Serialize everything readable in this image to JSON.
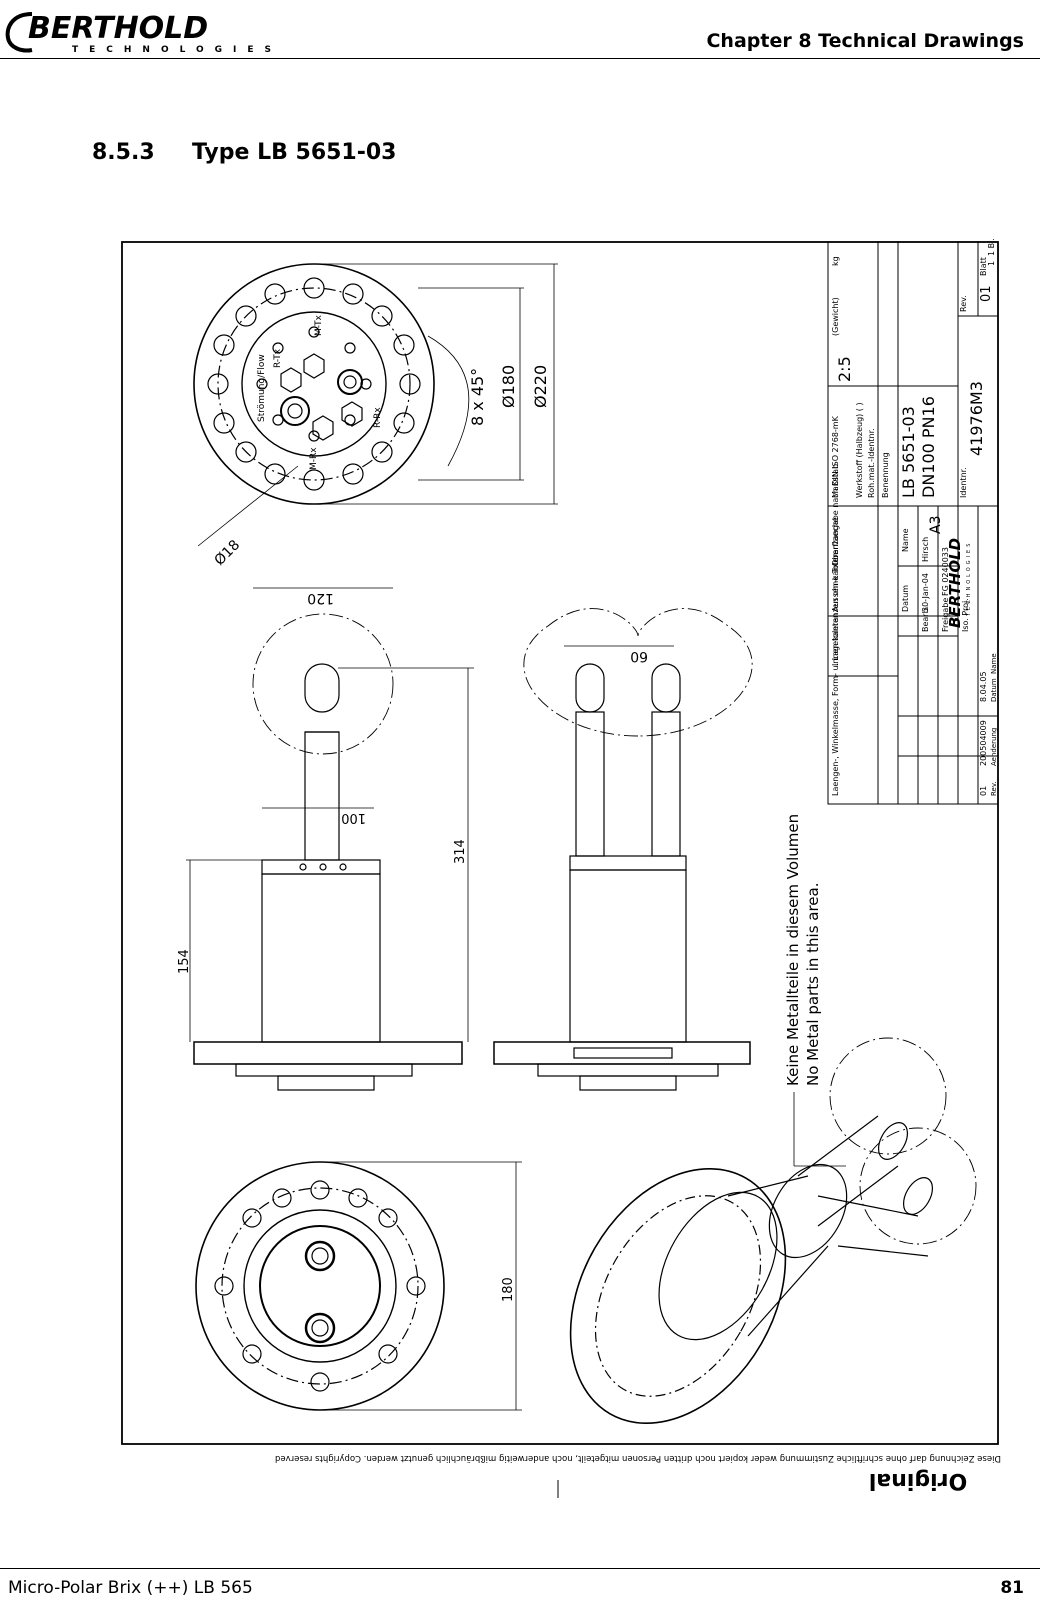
{
  "header": {
    "logo_text": "BERTHOLD",
    "logo_sub": "TECHNOLOGIES",
    "chapter": "Chapter 8 Technical Drawings"
  },
  "section": {
    "number": "8.5.3",
    "title": "Type LB 5651-03"
  },
  "drawing": {
    "dims": {
      "d220": "Ø220",
      "d180": "Ø180",
      "holes": "8 x 45°",
      "d18": "Ø18",
      "w120": "120",
      "w60": "60",
      "w100": "100",
      "h314": "314",
      "h154": "154",
      "w180": "180"
    },
    "labels": {
      "m_tx": "M-Tx",
      "r_tx": "R-Tx",
      "r_rx": "R-Rx",
      "m_rx": "M-Rx",
      "flow": "Strömung/Flow"
    },
    "note_de": "Keine Metallteile in diesem Volumen",
    "note_en": "No Metal parts in this area.",
    "title_block": {
      "tolerance_text": "Laengen-, Winkelmasse, Form- u. Lagetoleranzen ohne Toleranzangabe nach DIN ISO 2768-mK",
      "inner_edges": "Innen-kanten",
      "outer_edges": "Aussen-kanten",
      "surface": "Oberflaeche",
      "scale_label": "Maßstab",
      "scale": "2:5",
      "weight": "(Gewicht)",
      "weight_unit": "kg",
      "material": "Werkstoff (Halbzeug)   ( )",
      "raw_material": "Roh.mat.-Identnr.",
      "designation_label": "Benennung",
      "designation": "LB 5651-03",
      "designation2": "DN100 PN16",
      "datum": "Datum",
      "name": "Name",
      "bearb": "Bearb.",
      "bearb_date": "30-Jan-04",
      "bearb_name": "Hirsch",
      "freigabe": "Freigabe",
      "freigabe_val": "FG 0240033",
      "format": "A3",
      "iso": "Iso. Proj.",
      "ident_label": "Identnr.",
      "ident": "41976M3",
      "rev_label": "Rev.",
      "rev": "01",
      "blatt_label": "Blatt",
      "blatt": "1",
      "bl": "1 Bl.",
      "rev_row_num": "01",
      "rev_row_change": "200504009",
      "rev_row_date": "8.04.05",
      "rev_col_rev": "Rev.",
      "rev_col_change": "Aenderung",
      "rev_col_date": "Datum",
      "rev_col_name": "Name",
      "logo": "BERTHOLD",
      "logo_sub": "TECHNOLOGIES"
    },
    "copyright": "Diese Zeichnung darf ohne schriftliche Zustimmung weder kopiert noch dritten Personen mitgeteilt, noch anderweitig mißbräuchlich genutzt werden. Copyrights reserved",
    "stamp": "Original"
  },
  "footer": {
    "manual": "Micro-Polar Brix (++) LB 565",
    "page": "81"
  }
}
